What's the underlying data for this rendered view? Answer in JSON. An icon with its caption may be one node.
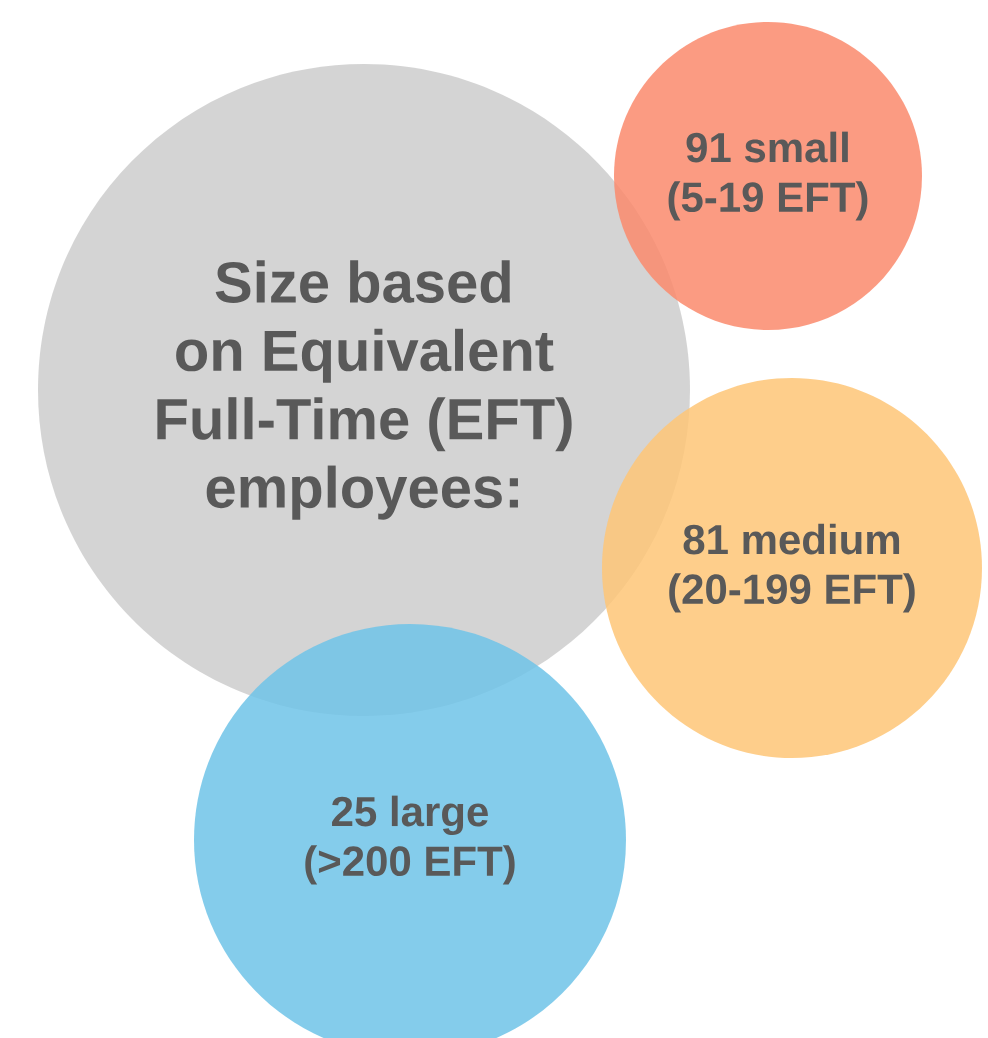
{
  "diagram": {
    "nodes": [
      {
        "text": [
          "Size based on Equivalent Full-Time (EFT) employees:"
        ]
      },
      {
        "text": [
          "91 small (5-19 EFT)"
        ]
      },
      {
        "text": [
          "81 medium (20-199 EFT)"
        ]
      },
      {
        "text": [
          "25 large (>200 EFT)"
        ]
      }
    ]
  }
}
